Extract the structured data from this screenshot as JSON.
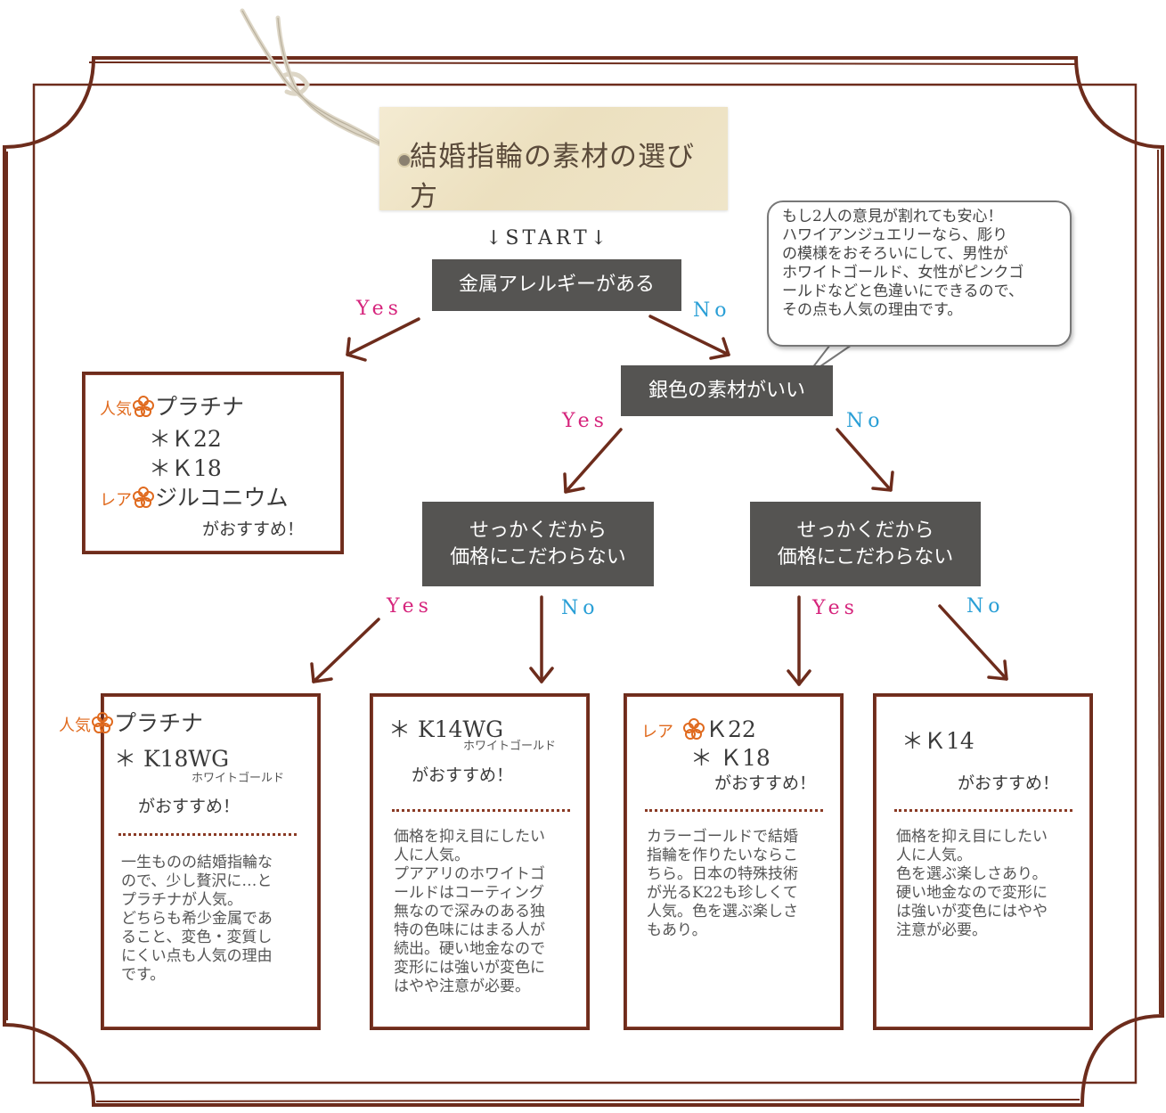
{
  "title": "結婚指輪の素材の選び方",
  "start": "↓START↓",
  "q1": "金属アレルギーがある",
  "q2": "銀色の素材がいい",
  "q3_left": [
    "せっかくだから",
    "価格にこだわらない"
  ],
  "q3_right": [
    "せっかくだから",
    "価格にこだわらない"
  ],
  "yes": "Yes",
  "no": "No",
  "bubble": [
    "もし2人の意見が割れても安心！",
    "ハワイアンジュエリーなら、彫り",
    "の模様をおそろいにして、男性が",
    "ホワイトゴールド、女性がピンクゴ",
    "ールドなどと色違いにできるので、",
    "その点も人気の理由です。"
  ],
  "result_allergy": {
    "badge_popular": "人気",
    "line1": "プラチナ",
    "line2": "＊Ｋ22",
    "line3": "＊Ｋ18",
    "badge_rare": "レア",
    "line4": "ジルコニウム",
    "footer": "がおすすめ！"
  },
  "result1": {
    "badge": "人気",
    "main": "プラチナ",
    "sub": "＊ K18WG",
    "note": "ホワイトゴールド",
    "footer": "がおすすめ！",
    "desc": [
      "一生ものの結婚指輪な",
      "ので、少し贅沢に…と",
      "プラチナが人気。",
      "どちらも希少金属であ",
      "ること、変色・変質し",
      "にくい点も人気の理由",
      "です。"
    ]
  },
  "result2": {
    "main": "＊ K14WG",
    "note": "ホワイトゴールド",
    "footer": "がおすすめ！",
    "desc": [
      "価格を抑え目にしたい",
      "人に人気。",
      "プアアリのホワイトゴ",
      "ールドはコーティング",
      "無なので深みのある独",
      "特の色味にはまる人が",
      "続出。硬い地金なので",
      "変形には強いが変色に",
      "はやや注意が必要。"
    ]
  },
  "result3": {
    "badge": "レア",
    "main": "Ｋ22",
    "sub": "＊ Ｋ18",
    "footer": "がおすすめ！",
    "desc": [
      "カラーゴールドで結婚",
      "指輪を作りたいならこ",
      "ちら。日本の特殊技術",
      "が光るK22も珍しくて",
      "人気。色を選ぶ楽しさ",
      "もあり。"
    ]
  },
  "result4": {
    "main": "＊Ｋ14",
    "footer": "がおすすめ！",
    "desc": [
      "価格を抑え目にしたい",
      "人に人気。",
      "色を選ぶ楽しさあり。",
      "硬い地金なので変形に",
      "は強いが変色にはやや",
      "注意が必要。"
    ]
  },
  "colors": {
    "frame": "#6d2c1c",
    "question_bg": "#555452",
    "yes": "#d6247c",
    "no": "#2a9fd6",
    "accent": "#e06a1e"
  }
}
